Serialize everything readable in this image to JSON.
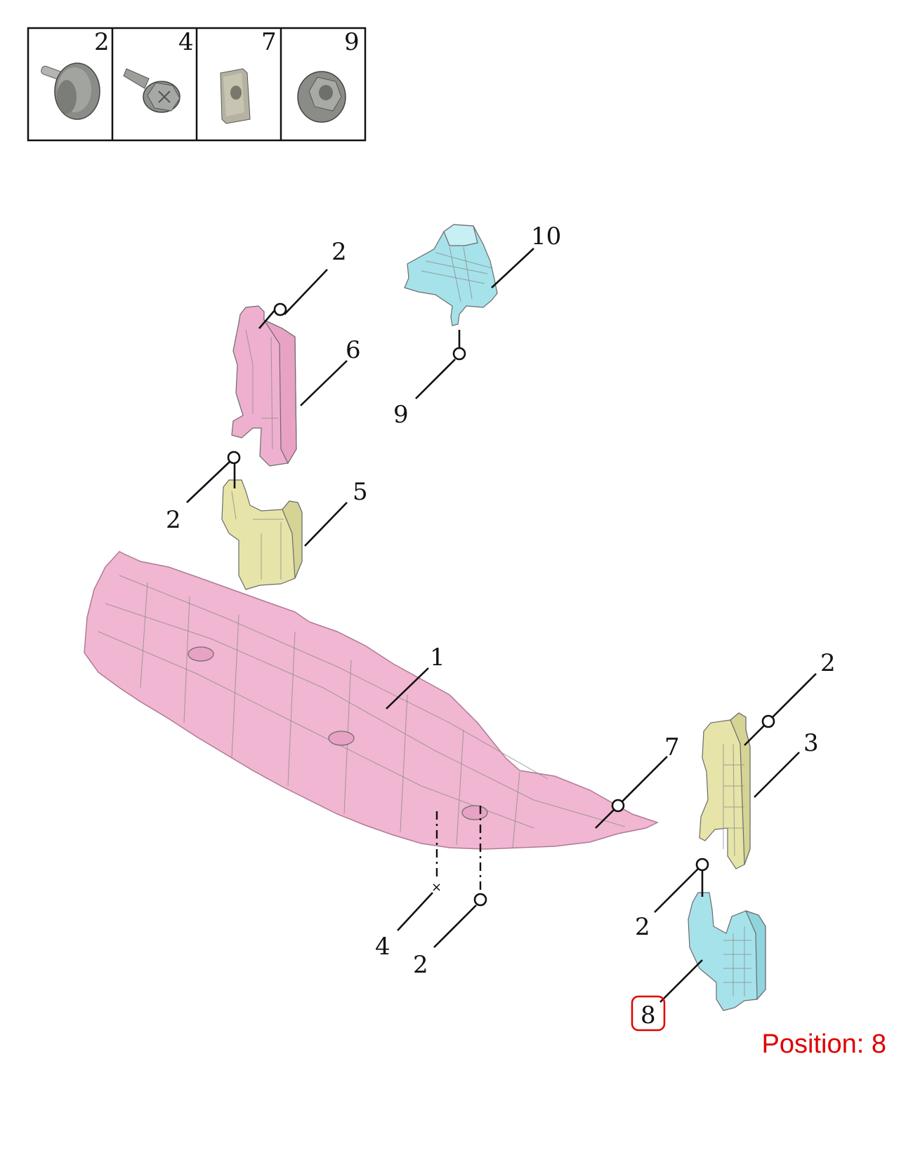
{
  "fastener_legend": [
    {
      "number": "2",
      "icon": "push-rivet-icon"
    },
    {
      "number": "4",
      "icon": "flange-bolt-icon"
    },
    {
      "number": "7",
      "icon": "clip-nut-icon"
    },
    {
      "number": "9",
      "icon": "flange-nut-icon"
    }
  ],
  "parts": {
    "p1": "1",
    "p3": "3",
    "p5": "5",
    "p6": "6",
    "p8": "8",
    "p10": "10"
  },
  "fastener_callouts": {
    "a": "2",
    "b": "2",
    "c": "2",
    "d": "2",
    "e": "2",
    "f": "4",
    "g": "7",
    "h": "9"
  },
  "position": "Position: 8",
  "colors": {
    "pink": "#f0b0d0",
    "yellow": "#e6e4a8",
    "cyan": "#a6e2ea",
    "highlight": "#e00000"
  }
}
